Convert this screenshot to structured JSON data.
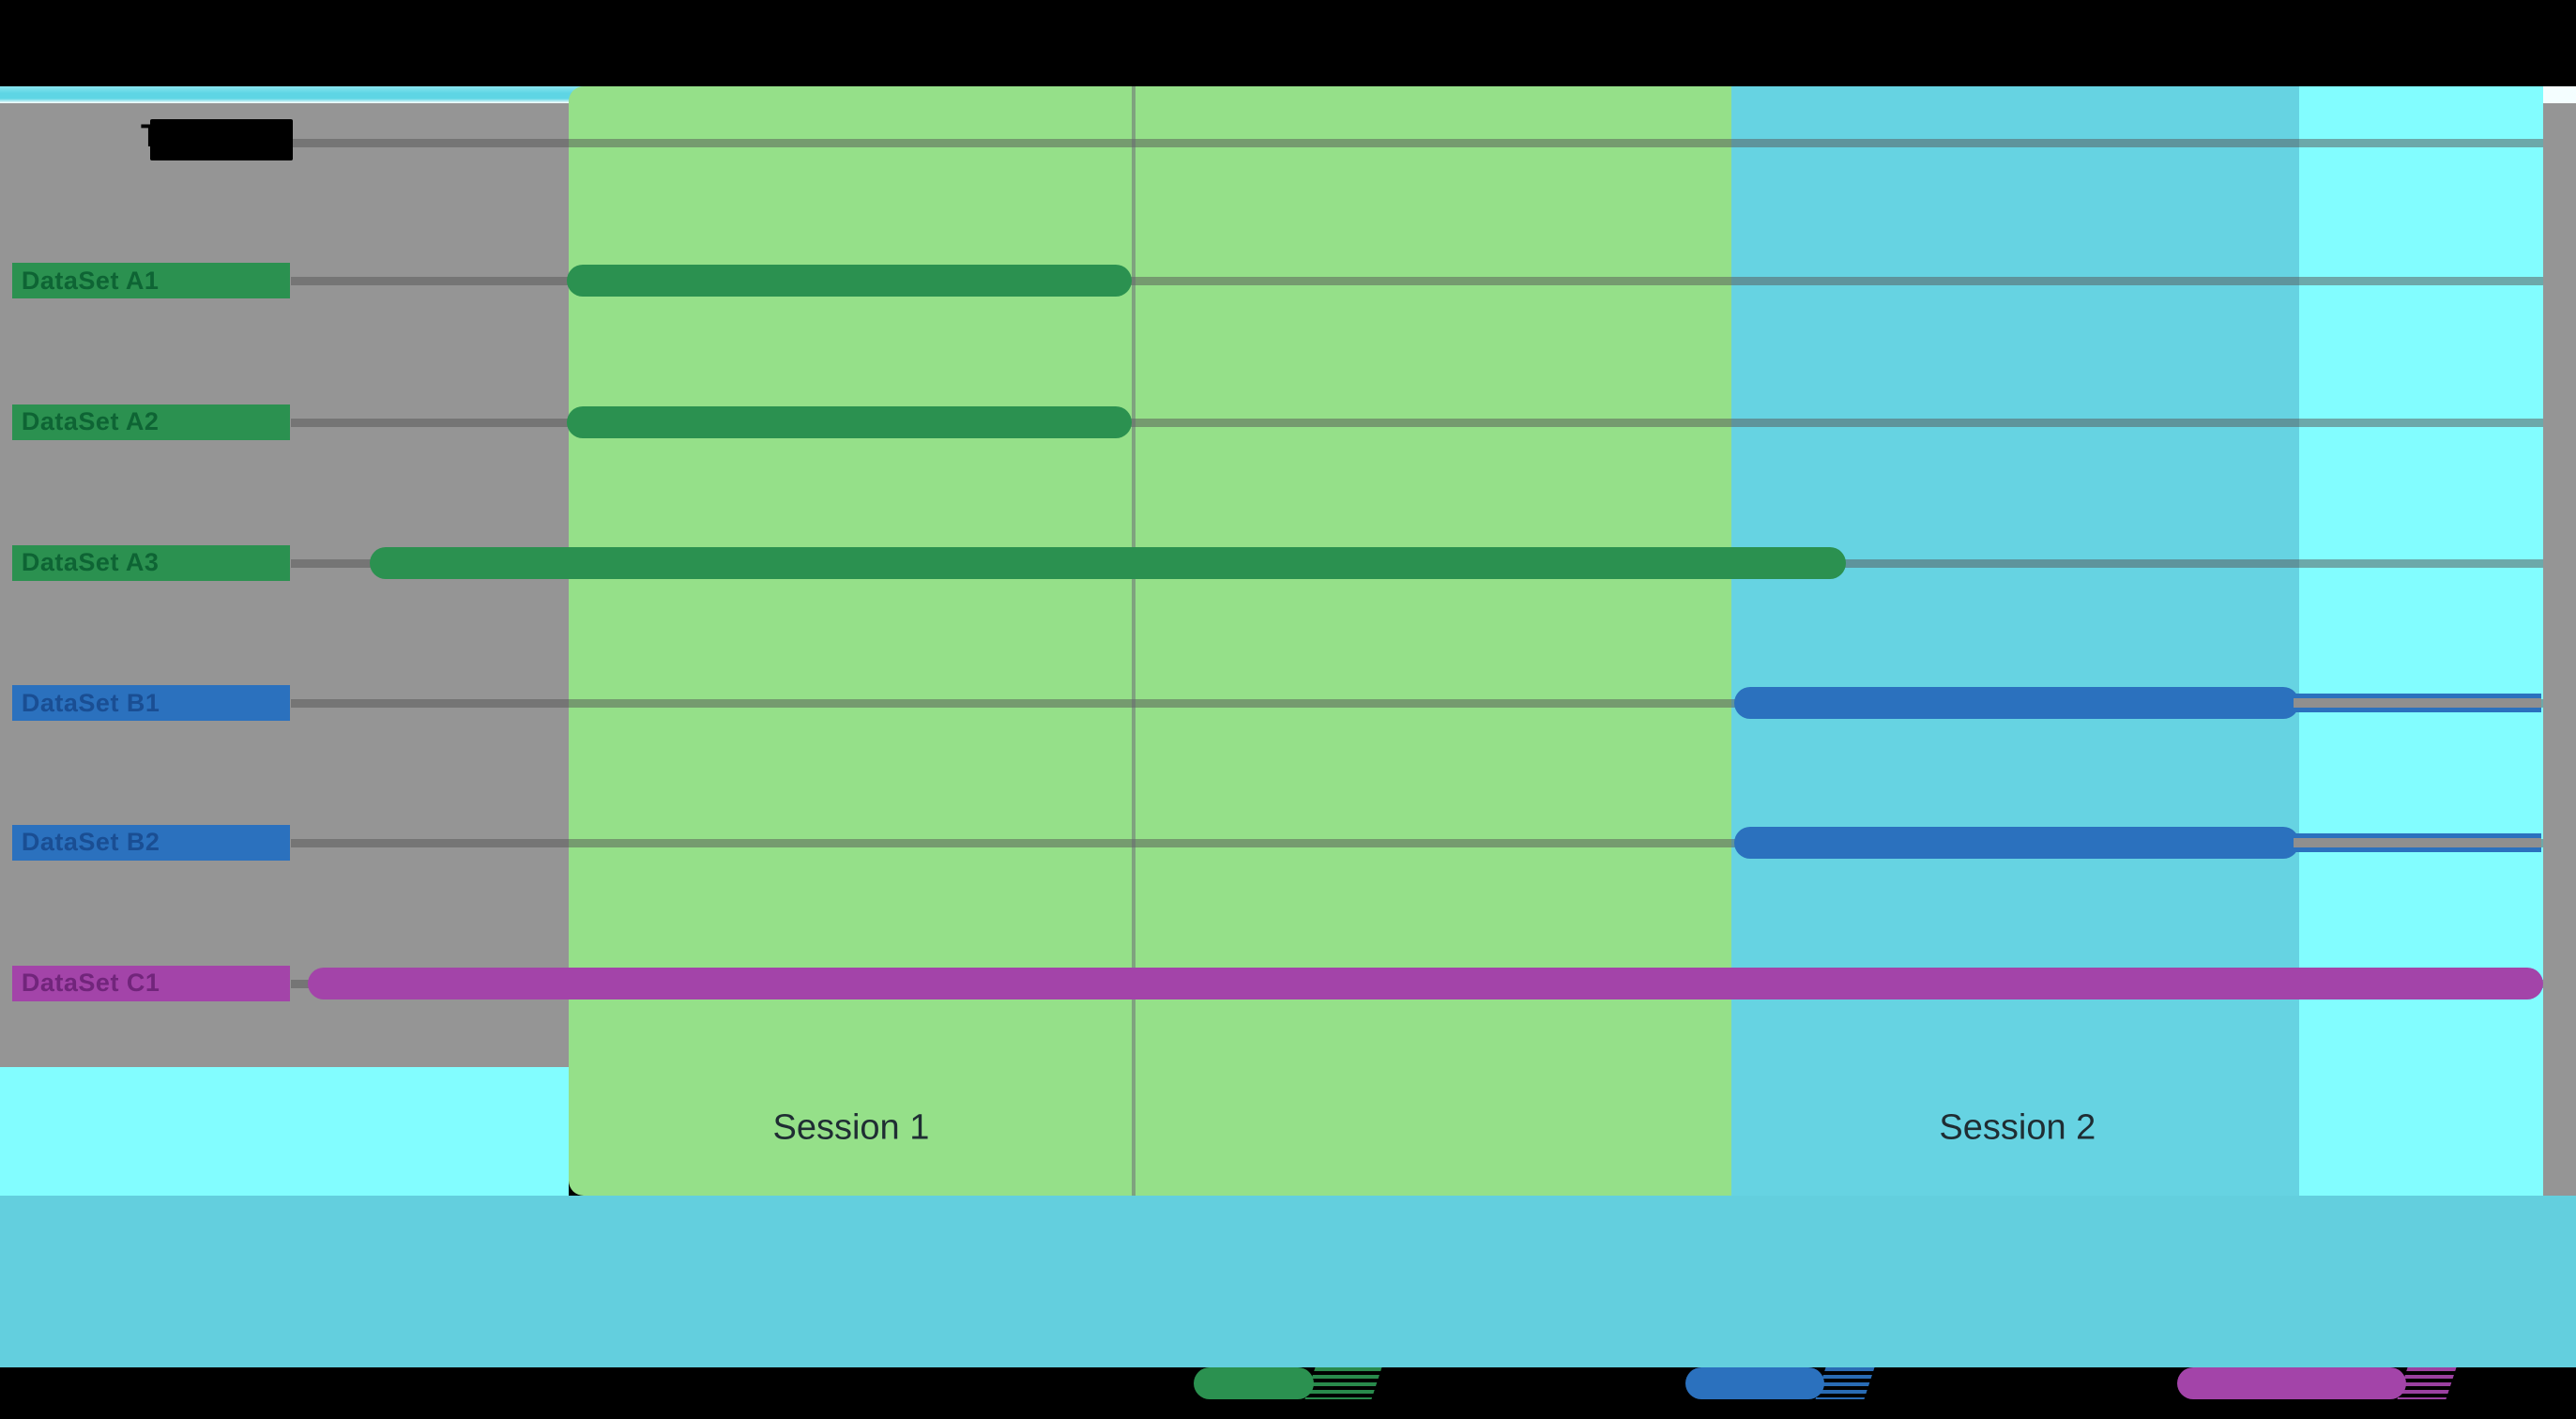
{
  "chart_data": {
    "type": "gantt",
    "title": "",
    "y_axis_title_fragment": "T",
    "y_axis_title_redacted": true,
    "x_axis_ticks_visible": false,
    "grid": true,
    "row_count": 7,
    "sessions": [
      {
        "name": "Session 1",
        "band_color": "#95E089",
        "band_start_pct": 22.08,
        "band_end_pct": 67.21,
        "label_center_x_pct": 33.04,
        "label_center_y_pct": 79.5
      },
      {
        "name": "Session 2",
        "band_color": "#66D3E2",
        "band_start_pct": 67.21,
        "band_end_pct": 89.25,
        "label_center_x_pct": 78.32,
        "label_center_y_pct": 79.5
      }
    ],
    "post_session_band": {
      "color": "#82FDFF",
      "start_pct": 89.25,
      "end_pct": 98.72
    },
    "tasks": [
      {
        "label": "DataSet A1",
        "group": "A",
        "color": "#2B9150",
        "label_text_color": "#0E6434",
        "row_y_pct": 19.78,
        "start_pct": 22.0,
        "end_pct": 43.93,
        "ext_end_pct": null
      },
      {
        "label": "DataSet A2",
        "group": "A",
        "color": "#2B9150",
        "label_text_color": "#0E6434",
        "row_y_pct": 29.76,
        "start_pct": 22.0,
        "end_pct": 43.93,
        "ext_end_pct": null
      },
      {
        "label": "DataSet A3",
        "group": "A",
        "color": "#2B9150",
        "label_text_color": "#0E6434",
        "row_y_pct": 39.68,
        "start_pct": 14.35,
        "end_pct": 71.66,
        "ext_end_pct": null
      },
      {
        "label": "DataSet B1",
        "group": "B",
        "color": "#2B71BE",
        "label_text_color": "#1A4E93",
        "row_y_pct": 49.54,
        "start_pct": 67.32,
        "end_pct": 89.25,
        "ext_end_pct": 98.65
      },
      {
        "label": "DataSet B2",
        "group": "B",
        "color": "#2B71BE",
        "label_text_color": "#1A4E93",
        "row_y_pct": 59.39,
        "start_pct": 67.32,
        "end_pct": 89.25,
        "ext_end_pct": 98.65
      },
      {
        "label": "DataSet C1",
        "group": "C",
        "color": "#A344A9",
        "label_text_color": "#71257B",
        "row_y_pct": 69.31,
        "start_pct": 11.95,
        "end_pct": 98.72,
        "ext_end_pct": null
      }
    ],
    "gridline_rows_y_pct": [
      10.05,
      19.78,
      29.76,
      39.68,
      49.54,
      59.39,
      69.31
    ],
    "vertical_marker_x_pct": 43.93,
    "legend": {
      "position": "bottom",
      "labels_redacted": true,
      "items": [
        {
          "series": "A",
          "color": "#2B9150",
          "label": "",
          "x_pct": 46.34,
          "width_pct": 4.66,
          "slash_width_pct": 2.6
        },
        {
          "series": "B",
          "color": "#2B71BE",
          "label": "",
          "x_pct": 65.43,
          "width_pct": 5.39,
          "slash_width_pct": 1.9
        },
        {
          "series": "C",
          "color": "#A344A9",
          "label": "",
          "x_pct": 84.52,
          "width_pct": 8.89,
          "slash_width_pct": 1.9
        }
      ]
    },
    "label_box": {
      "x_pct": 0.47,
      "width_pct": 10.79
    },
    "grid_x_start_pct": 11.29,
    "grid_x_end_pct": 98.72,
    "plot_top_pct": 6.08,
    "plot_bottom_pct": 84.26,
    "legend_y_pct": 96.36
  },
  "colors": {
    "bg": "#000000",
    "panel_gray": "#959595",
    "s1_green": "#95E089",
    "s2_cyan": "#66D3E2",
    "post_cyan": "#82FDFF",
    "bottom_cyan": "#63CFDE",
    "top_strip": "#5ED5E4",
    "series_a": "#2B9150",
    "series_b": "#2B71BE",
    "series_c": "#A344A9",
    "gridline": "#8F8F8F",
    "session_text": "#1F2D33"
  }
}
